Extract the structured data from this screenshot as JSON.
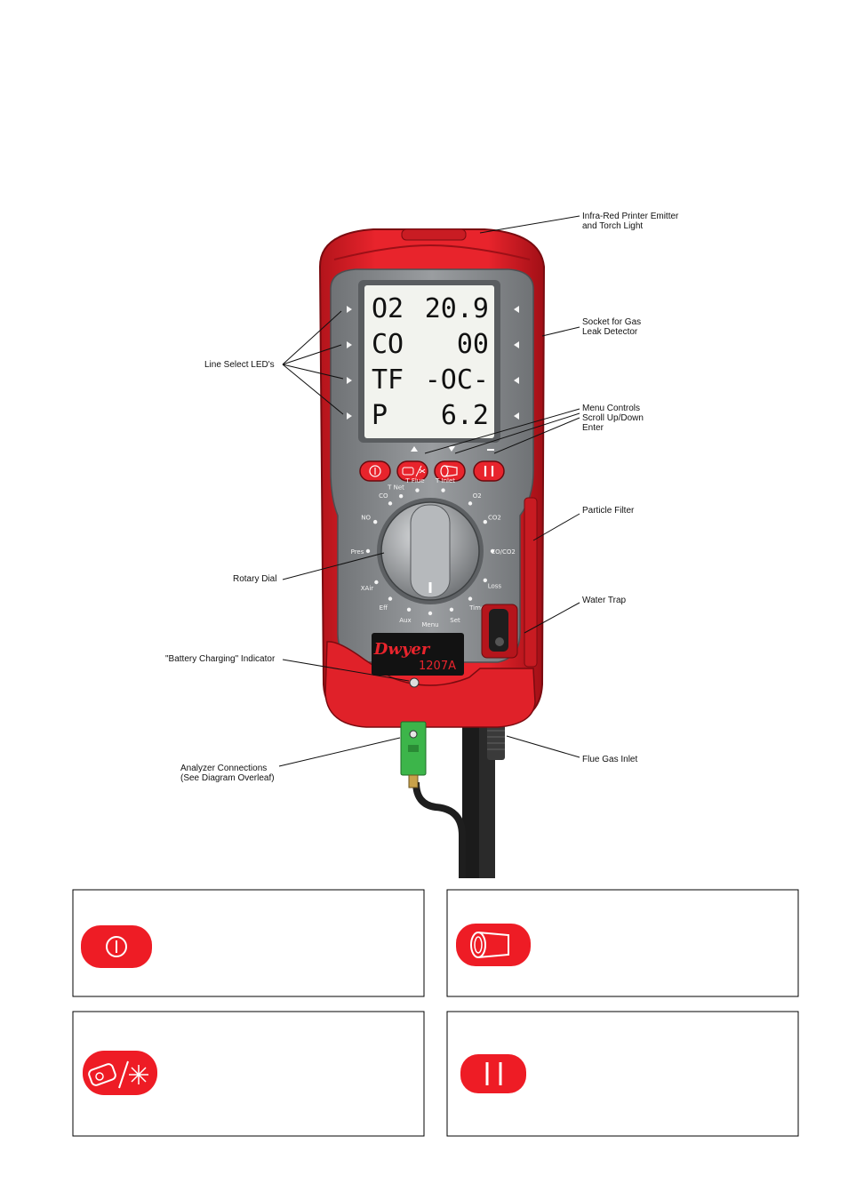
{
  "display": {
    "rows": [
      {
        "label": "O2",
        "value": "20.9"
      },
      {
        "label": "CO",
        "value": "00"
      },
      {
        "label": "TF",
        "value": "-OC-"
      },
      {
        "label": "P",
        "value": "6.2"
      }
    ]
  },
  "brand": {
    "name": "Dwyer",
    "model": "1207A"
  },
  "dial_positions": [
    "T Net",
    "T Flue",
    "T Inlet",
    "O2",
    "CO2",
    "CO/CO2",
    "Loss",
    "Time",
    "Set",
    "Menu",
    "Aux",
    "Eff",
    "XAir",
    "Pres",
    "NO",
    "CO"
  ],
  "callouts": {
    "ir_emitter": "Infra-Red Printer Emitter\nand Torch Light",
    "gas_socket": "Socket for Gas\nLeak Detector",
    "line_select": "Line Select LED's",
    "menu_controls": "Menu Controls\nScroll Up/Down\nEnter",
    "particle_filter": "Particle Filter",
    "rotary_dial": "Rotary Dial",
    "water_trap": "Water Trap",
    "battery": "\"Battery Charging\" Indicator",
    "connections": "Analyzer Connections\n(See Diagram Overleaf)",
    "flue_inlet": "Flue Gas Inlet"
  },
  "key_icons": [
    "power-icon",
    "printer-torch-icon",
    "pump-icon",
    "hold-icon"
  ],
  "colors": {
    "body_red": "#e8242c",
    "panel_gray": "#8a8d90",
    "screen": "#f2f3ee",
    "connector_green": "#3cb54a"
  }
}
